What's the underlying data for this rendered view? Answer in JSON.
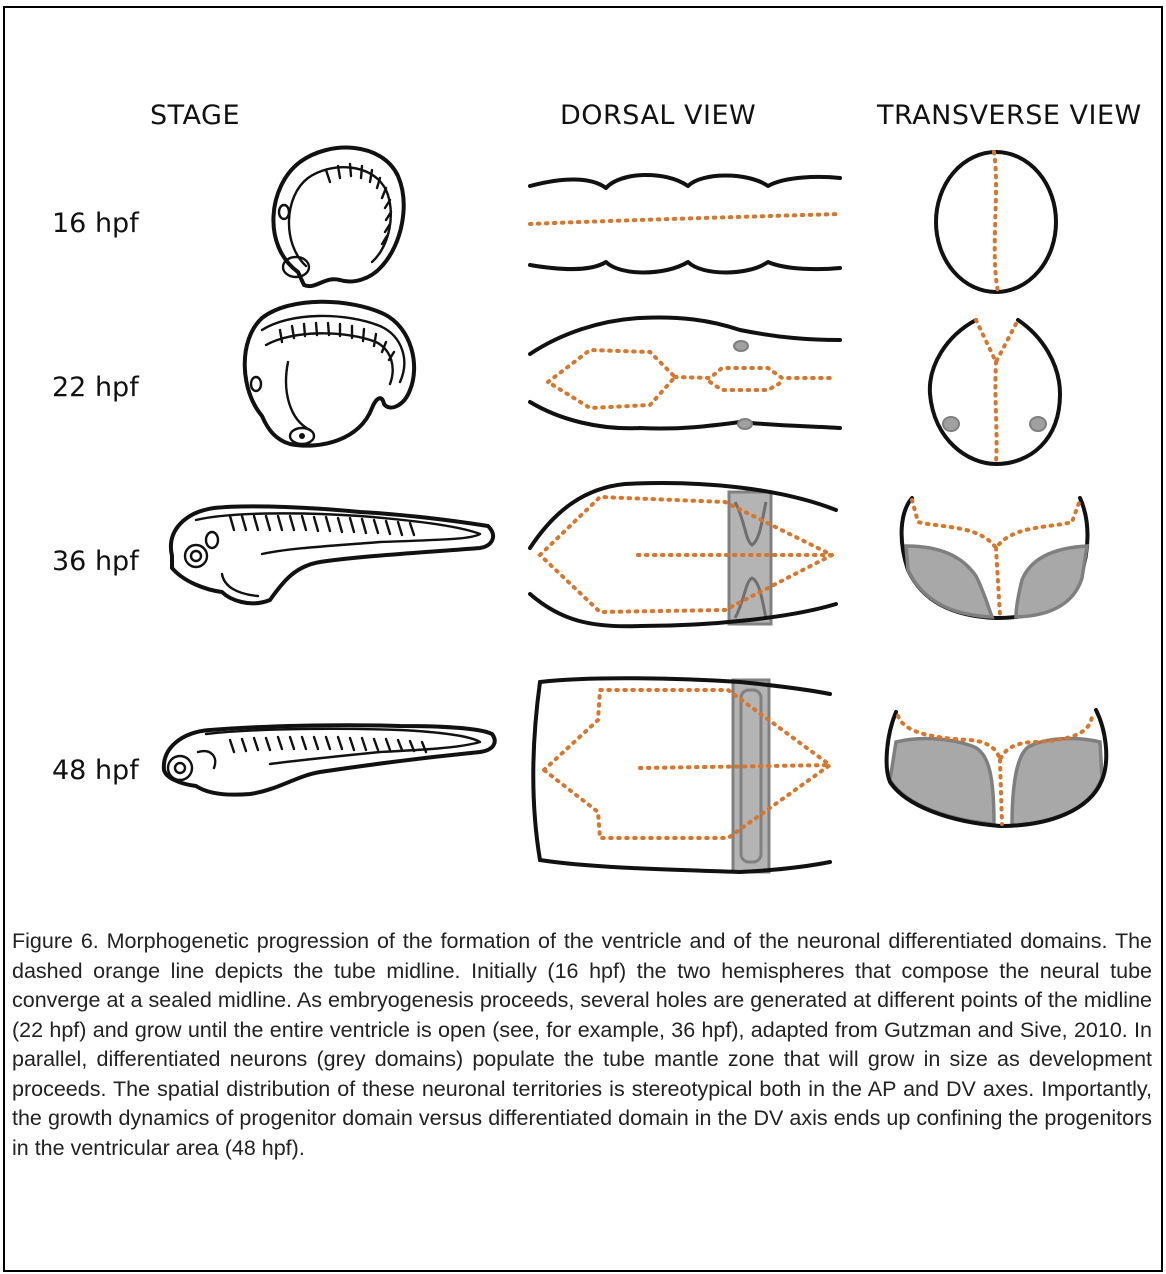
{
  "headers": {
    "stage": "STAGE",
    "dorsal": "DORSAL VIEW",
    "transverse": "TRANSVERSE VIEW"
  },
  "stages": [
    "16 hpf",
    "22 hpf",
    "36 hpf",
    "48 hpf"
  ],
  "legend_colors": {
    "midline": "#d8762b",
    "differentiated_domain": "#a8a8a8"
  },
  "caption": "Figure 6. Morphogenetic progression of the formation of the ventricle and of the neuronal differentiated domains. The dashed orange line depicts the tube midline. Initially (16 hpf) the two hemispheres that compose the neural tube converge at a sealed midline. As embryogenesis proceeds, several holes are generated at different points of the midline (22 hpf) and grow until the entire ventricle is open (see, for example, 36 hpf), adapted from Gutzman and Sive, 2010. In parallel, differentiated neurons (grey domains) populate the tube mantle zone that will grow in size as development proceeds. The spatial distribution of these neuronal territories is stereotypical both in the AP and DV axes. Importantly, the growth dynamics of progenitor domain versus differentiated domain in the DV axis ends up confining the progenitors in the ventricular area (48 hpf)."
}
